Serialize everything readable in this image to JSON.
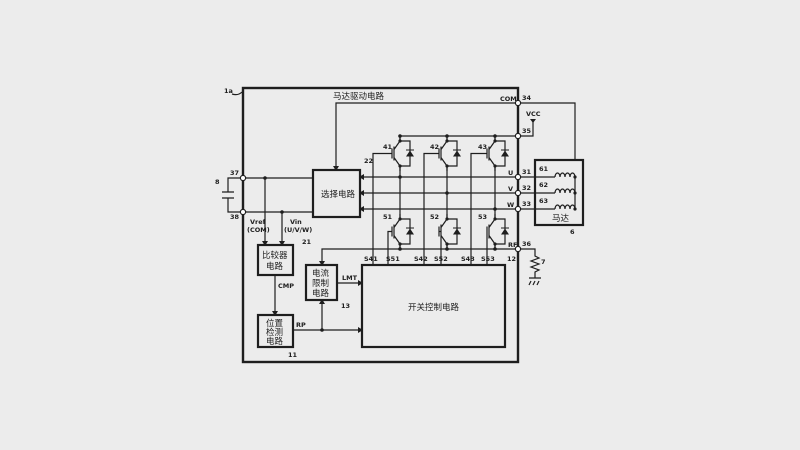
{
  "title": "马达驱动电路",
  "ref_main": "1a",
  "select_circuit": {
    "label": "选择电路",
    "ref": "22"
  },
  "comparator": {
    "label_lines": [
      "比较器",
      "电路"
    ],
    "ref": "21"
  },
  "position_detect": {
    "label_lines": [
      "位置",
      "检测",
      "电路"
    ],
    "ref": "11"
  },
  "current_limit": {
    "label_lines": [
      "电流",
      "限制",
      "电路"
    ],
    "ref": "13"
  },
  "switch_control": {
    "label": "开关控制电路",
    "ref": "12"
  },
  "motor": {
    "label": "马达",
    "ref": "6",
    "coils": [
      "61",
      "62",
      "63"
    ]
  },
  "capacitor_ref": "8",
  "resistor_ref": "7",
  "terminals": {
    "t37": "37",
    "t38": "38",
    "t34": "34",
    "t35": "35",
    "t31": "31",
    "t32": "32",
    "t33": "33",
    "t36": "36"
  },
  "signals": {
    "vref": "Vref",
    "vref_sub": "(COM)",
    "vin": "Vin",
    "vin_sub": "(U/V/W)",
    "com": "COM",
    "vcc": "VCC",
    "u": "U",
    "v": "V",
    "w": "W",
    "rf": "RF",
    "cmp": "CMP",
    "rp": "RP",
    "lmt": "LMT",
    "s41": "S41",
    "s51": "S51",
    "s42": "S42",
    "s52": "S52",
    "s43": "S43",
    "s53": "S53"
  },
  "transistors": {
    "upper": [
      "41",
      "42",
      "43"
    ],
    "lower": [
      "51",
      "52",
      "53"
    ]
  }
}
